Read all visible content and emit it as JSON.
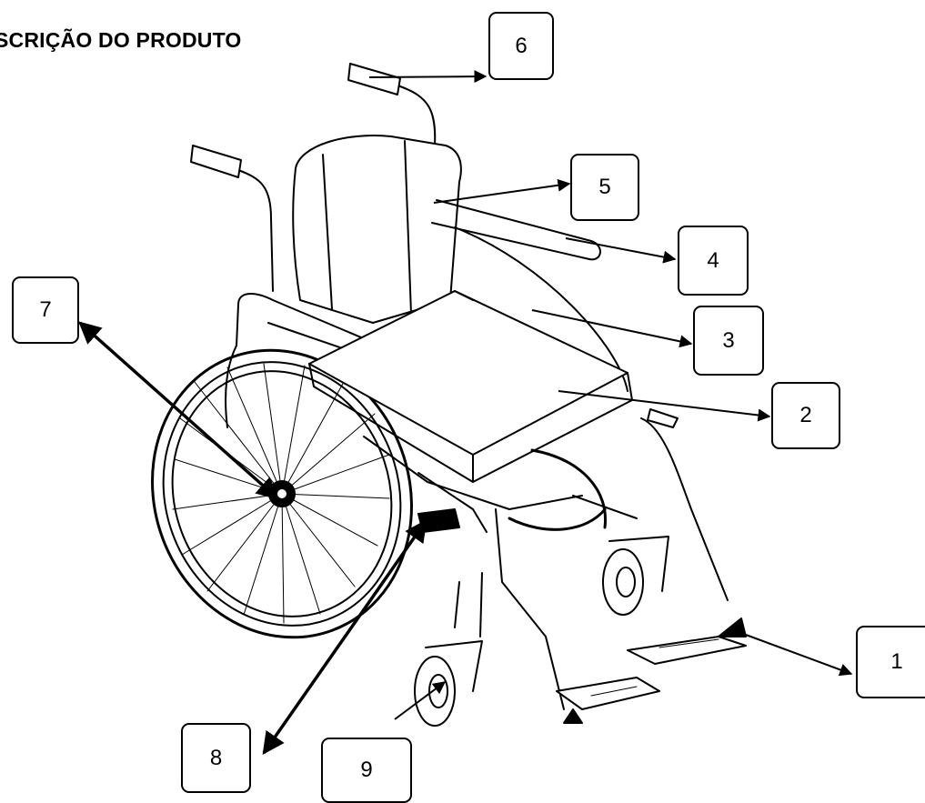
{
  "title": "SCRIÇÃO DO PRODUTO",
  "callouts": [
    "1",
    "2",
    "3",
    "4",
    "5",
    "6",
    "7",
    "8",
    "9"
  ],
  "image": "wheelchair-line-drawing",
  "colors": {
    "ink": "#000000",
    "background": "#ffffff"
  }
}
